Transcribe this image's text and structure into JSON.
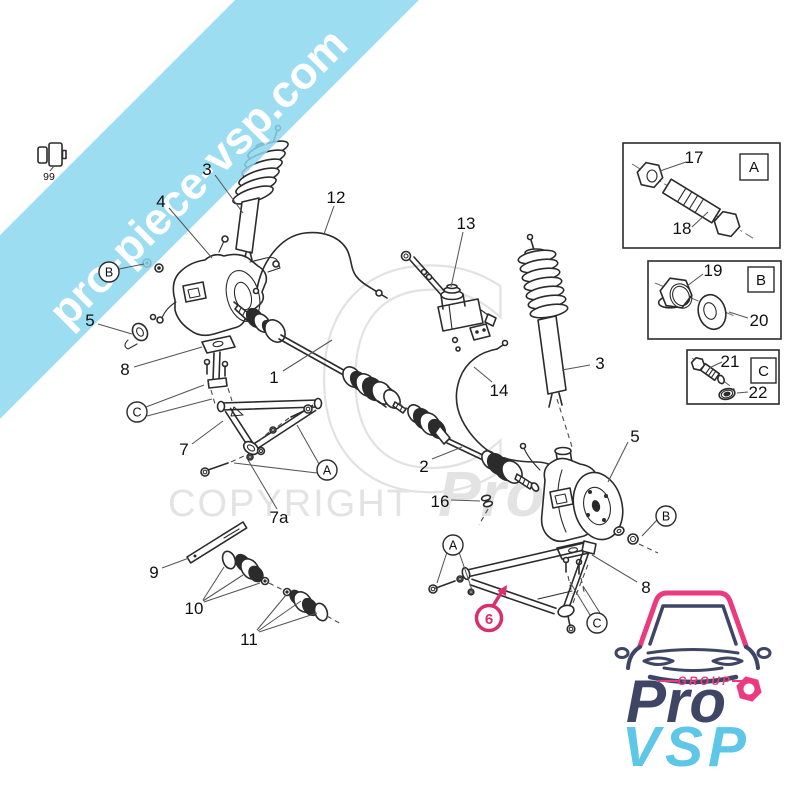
{
  "page": {
    "background": "#ffffff",
    "type": "exploded-parts-diagram"
  },
  "banner": {
    "text": "pro-piece-vsp.com",
    "color": "#8bd7f0",
    "text_color": "#ffffff"
  },
  "watermark": {
    "big_letter": "C",
    "copyright": "COPYRIGHT",
    "brand": "Pro",
    "color": "#e3e3e3"
  },
  "texts": {
    "n1": "1",
    "n2": "2",
    "n3": "3",
    "n4": "4",
    "n5": "5",
    "n6": "6",
    "n7": "7",
    "n7a": "7a",
    "n8": "8",
    "n9": "9",
    "n10": "10",
    "n11": "11",
    "n12": "12",
    "n13": "13",
    "n14": "14",
    "n16": "16",
    "n17": "17",
    "n18": "18",
    "n19": "19",
    "n20": "20",
    "n21": "21",
    "n22": "22",
    "n99": "99",
    "cA": "A",
    "cB": "B",
    "cC": "C"
  },
  "highlight": {
    "number": "6",
    "color": "#d8306f"
  },
  "inset_boxes": [
    {
      "letter": "A",
      "parts": [
        "17",
        "18"
      ]
    },
    {
      "letter": "B",
      "parts": [
        "19",
        "20"
      ]
    },
    {
      "letter": "C",
      "parts": [
        "21",
        "22"
      ]
    }
  ],
  "logo": {
    "group": "GROUP",
    "pro": "Pro",
    "vsp": "VSP",
    "pink": "#ec3a80",
    "navy": "#3f4564",
    "cyan": "#5ec6e6"
  }
}
